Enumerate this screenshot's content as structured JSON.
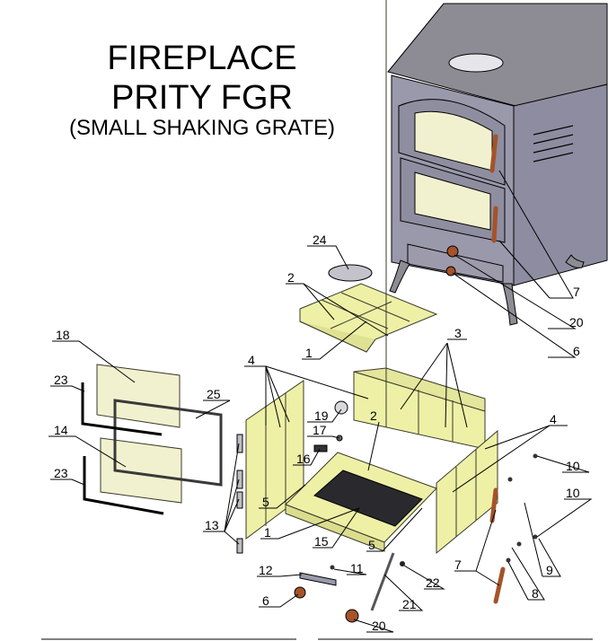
{
  "title": {
    "line1": "FIREPLACE",
    "line2": "PRITY FGR",
    "line3": "(SMALL SHAKING GRATE)"
  },
  "colors": {
    "stove_body": "#9a98ab",
    "stove_top": "#8d8c95",
    "panel": "#eef0a6",
    "panel_edge": "#3a3a2a",
    "glass": "#f2f1cf",
    "handle": "#a4532a",
    "line": "#000000"
  },
  "callouts": {
    "n1a": "1",
    "n1b": "1",
    "n2a": "2",
    "n2b": "2",
    "n3": "3",
    "n4a": "4",
    "n4b": "4",
    "n5a": "5",
    "n5b": "5",
    "n6a": "6",
    "n6b": "6",
    "n7a": "7",
    "n7b": "7",
    "n8": "8",
    "n9": "9",
    "n10a": "10",
    "n10b": "10",
    "n11": "11",
    "n12": "12",
    "n13": "13",
    "n14": "14",
    "n15": "15",
    "n16": "16",
    "n17": "17",
    "n18": "18",
    "n19": "19",
    "n20a": "20",
    "n20b": "20",
    "n21": "21",
    "n22": "22",
    "n23a": "23",
    "n23b": "23",
    "n24": "24",
    "n25": "25"
  }
}
